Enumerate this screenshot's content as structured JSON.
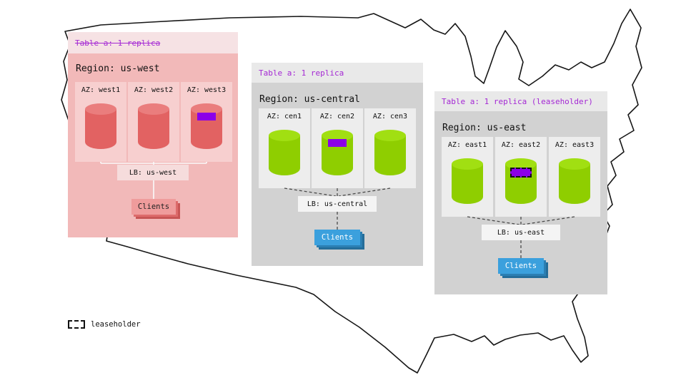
{
  "legend": {
    "label": "leaseholder"
  },
  "colors": {
    "accent_purple_text": "#a428d4",
    "replica_chip": "#8b00e8",
    "down_region_cylinder": "#e26262",
    "healthy_cylinder": "#8fce00",
    "clients_blue": "#3ba0dd",
    "clients_red": "#ef9c9c"
  },
  "regions": [
    {
      "name": "us-west",
      "status": "down",
      "table_label": "Table a: 1 replica",
      "region_label": "Region: us-west",
      "azs": [
        {
          "label": "AZ: west1",
          "has_replica": false
        },
        {
          "label": "AZ: west2",
          "has_replica": false
        },
        {
          "label": "AZ: west3",
          "has_replica": true,
          "leaseholder": false
        }
      ],
      "lb_label": "LB: us-west",
      "clients_label": "Clients"
    },
    {
      "name": "us-central",
      "status": "healthy",
      "table_label": "Table a: 1 replica",
      "region_label": "Region: us-central",
      "azs": [
        {
          "label": "AZ: cen1",
          "has_replica": false
        },
        {
          "label": "AZ: cen2",
          "has_replica": true,
          "leaseholder": false
        },
        {
          "label": "AZ: cen3",
          "has_replica": false
        }
      ],
      "lb_label": "LB: us-central",
      "clients_label": "Clients"
    },
    {
      "name": "us-east",
      "status": "healthy",
      "table_label": "Table a: 1 replica (leaseholder)",
      "region_label": "Region: us-east",
      "azs": [
        {
          "label": "AZ: east1",
          "has_replica": false
        },
        {
          "label": "AZ: east2",
          "has_replica": true,
          "leaseholder": true
        },
        {
          "label": "AZ: east3",
          "has_replica": false
        }
      ],
      "lb_label": "LB: us-east",
      "clients_label": "Clients"
    }
  ]
}
